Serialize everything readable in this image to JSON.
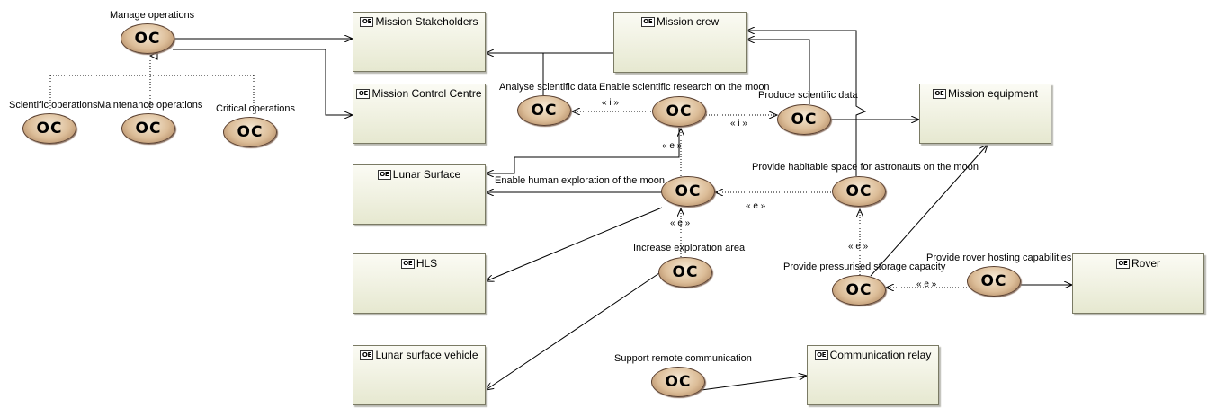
{
  "oc_glyph": "OC",
  "oe_glyph": "OE",
  "entities": {
    "mission_stakeholders": "Mission Stakeholders",
    "mission_crew": "Mission crew",
    "mission_control_centre": "Mission Control Centre",
    "mission_equipment": "Mission equipment",
    "lunar_surface": "Lunar Surface",
    "hls": "HLS",
    "lunar_surface_vehicle": "Lunar surface vehicle",
    "rover": "Rover",
    "communication_relay": "Communication relay"
  },
  "capabilities": {
    "manage_operations": "Manage operations",
    "scientific_operations": "Scientific operations",
    "maintenance_operations": "Maintenance operations",
    "critical_operations": "Critical operations",
    "analyse_scientific_data": "Analyse scientific data",
    "enable_scientific_research": "Enable scientific research on the moon",
    "produce_scientific_data": "Produce scientific data",
    "enable_human_exploration": "Enable human exploration of the moon",
    "provide_habitable_space": "Provide habitable space for astronauts on the moon",
    "increase_exploration_area": "Increase exploration area",
    "provide_pressurised_storage": "Provide pressurised storage capacity",
    "provide_rover_hosting": "Provide rover hosting capabilities",
    "support_remote_communication": "Support remote communication"
  },
  "stereotypes": {
    "include": "« i »",
    "extend": "« e »"
  }
}
